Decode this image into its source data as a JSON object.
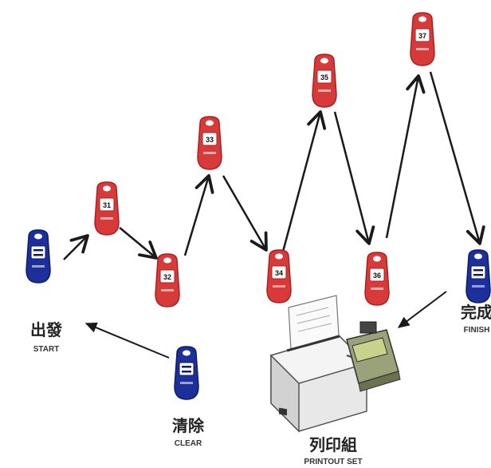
{
  "nodes": [
    {
      "id": "start",
      "type": "blue",
      "label_cn": "出發",
      "label_en": "START"
    },
    {
      "id": "t31",
      "type": "red",
      "number": "31"
    },
    {
      "id": "t32",
      "type": "red",
      "number": "32"
    },
    {
      "id": "t33",
      "type": "red",
      "number": "33"
    },
    {
      "id": "t34",
      "type": "red",
      "number": "34"
    },
    {
      "id": "t35",
      "type": "red",
      "number": "35"
    },
    {
      "id": "t36",
      "type": "red",
      "number": "36"
    },
    {
      "id": "t37",
      "type": "red",
      "number": "37"
    },
    {
      "id": "finish",
      "type": "blue",
      "label_cn": "完成",
      "label_en": "FINISH"
    },
    {
      "id": "clear",
      "type": "blue",
      "label_cn": "清除",
      "label_en": "CLEAR"
    }
  ],
  "printer": {
    "label_cn": "列印組",
    "label_en": "PRINTOUT SET"
  },
  "colors": {
    "red_tag": "#d83a3a",
    "red_dark": "#a92020",
    "blue_tag": "#1c2f9a",
    "blue_dark": "#0f1c66",
    "arrow": "#1a1a1a"
  }
}
